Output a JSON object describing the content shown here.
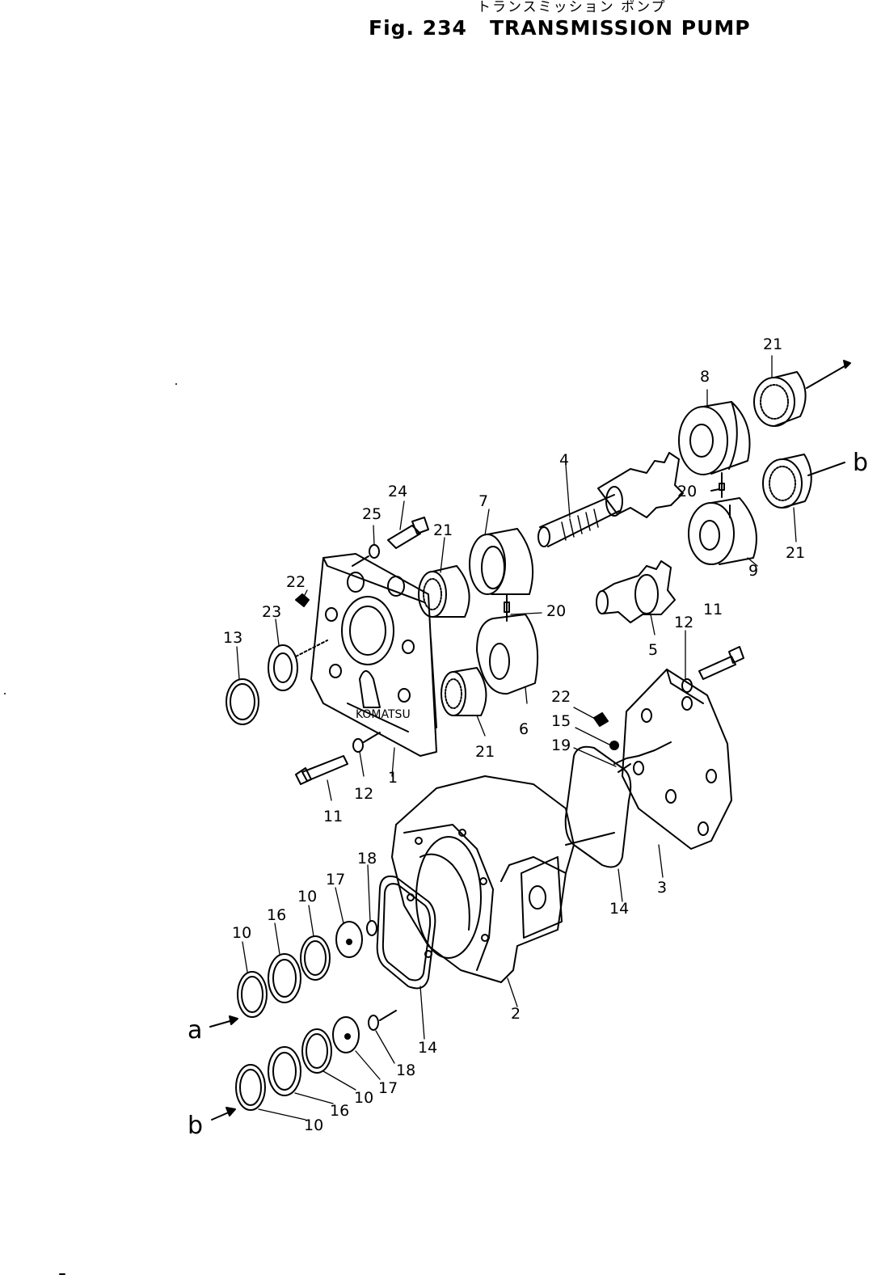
{
  "title": {
    "japanese": "トランスミッション ポンプ",
    "fig": "Fig. 234",
    "name": "TRANSMISSION PUMP"
  },
  "callouts": [
    {
      "id": "c21a",
      "text": "21"
    },
    {
      "id": "c8",
      "text": "8"
    },
    {
      "id": "c4",
      "text": "4"
    },
    {
      "id": "c20a",
      "text": "20"
    },
    {
      "id": "cb1",
      "text": "b"
    },
    {
      "id": "c24",
      "text": "24"
    },
    {
      "id": "c25",
      "text": "25"
    },
    {
      "id": "c7",
      "text": "7"
    },
    {
      "id": "c21b",
      "text": "21"
    },
    {
      "id": "c21c",
      "text": "21"
    },
    {
      "id": "c9",
      "text": "9"
    },
    {
      "id": "c22a",
      "text": "22"
    },
    {
      "id": "c20b",
      "text": "20"
    },
    {
      "id": "c23",
      "text": "23"
    },
    {
      "id": "c13",
      "text": "13"
    },
    {
      "id": "c11a",
      "text": "11"
    },
    {
      "id": "c12a",
      "text": "12"
    },
    {
      "id": "c5",
      "text": "5"
    },
    {
      "id": "c6",
      "text": "6"
    },
    {
      "id": "c22b",
      "text": "22"
    },
    {
      "id": "c15",
      "text": "15"
    },
    {
      "id": "c19",
      "text": "19"
    },
    {
      "id": "c21d",
      "text": "21"
    },
    {
      "id": "c11b",
      "text": "11"
    },
    {
      "id": "c12b",
      "text": "12"
    },
    {
      "id": "c1",
      "text": "1"
    },
    {
      "id": "c3",
      "text": "3"
    },
    {
      "id": "c14a",
      "text": "14"
    },
    {
      "id": "c18a",
      "text": "18"
    },
    {
      "id": "c17a",
      "text": "17"
    },
    {
      "id": "c10a",
      "text": "10"
    },
    {
      "id": "c16a",
      "text": "16"
    },
    {
      "id": "c10b",
      "text": "10"
    },
    {
      "id": "c2",
      "text": "2"
    },
    {
      "id": "c14b",
      "text": "14"
    },
    {
      "id": "ca",
      "text": "a"
    },
    {
      "id": "c18b",
      "text": "18"
    },
    {
      "id": "c17b",
      "text": "17"
    },
    {
      "id": "c10c",
      "text": "10"
    },
    {
      "id": "c16b",
      "text": "16"
    },
    {
      "id": "cb2",
      "text": "b"
    },
    {
      "id": "c10d",
      "text": "10"
    }
  ]
}
